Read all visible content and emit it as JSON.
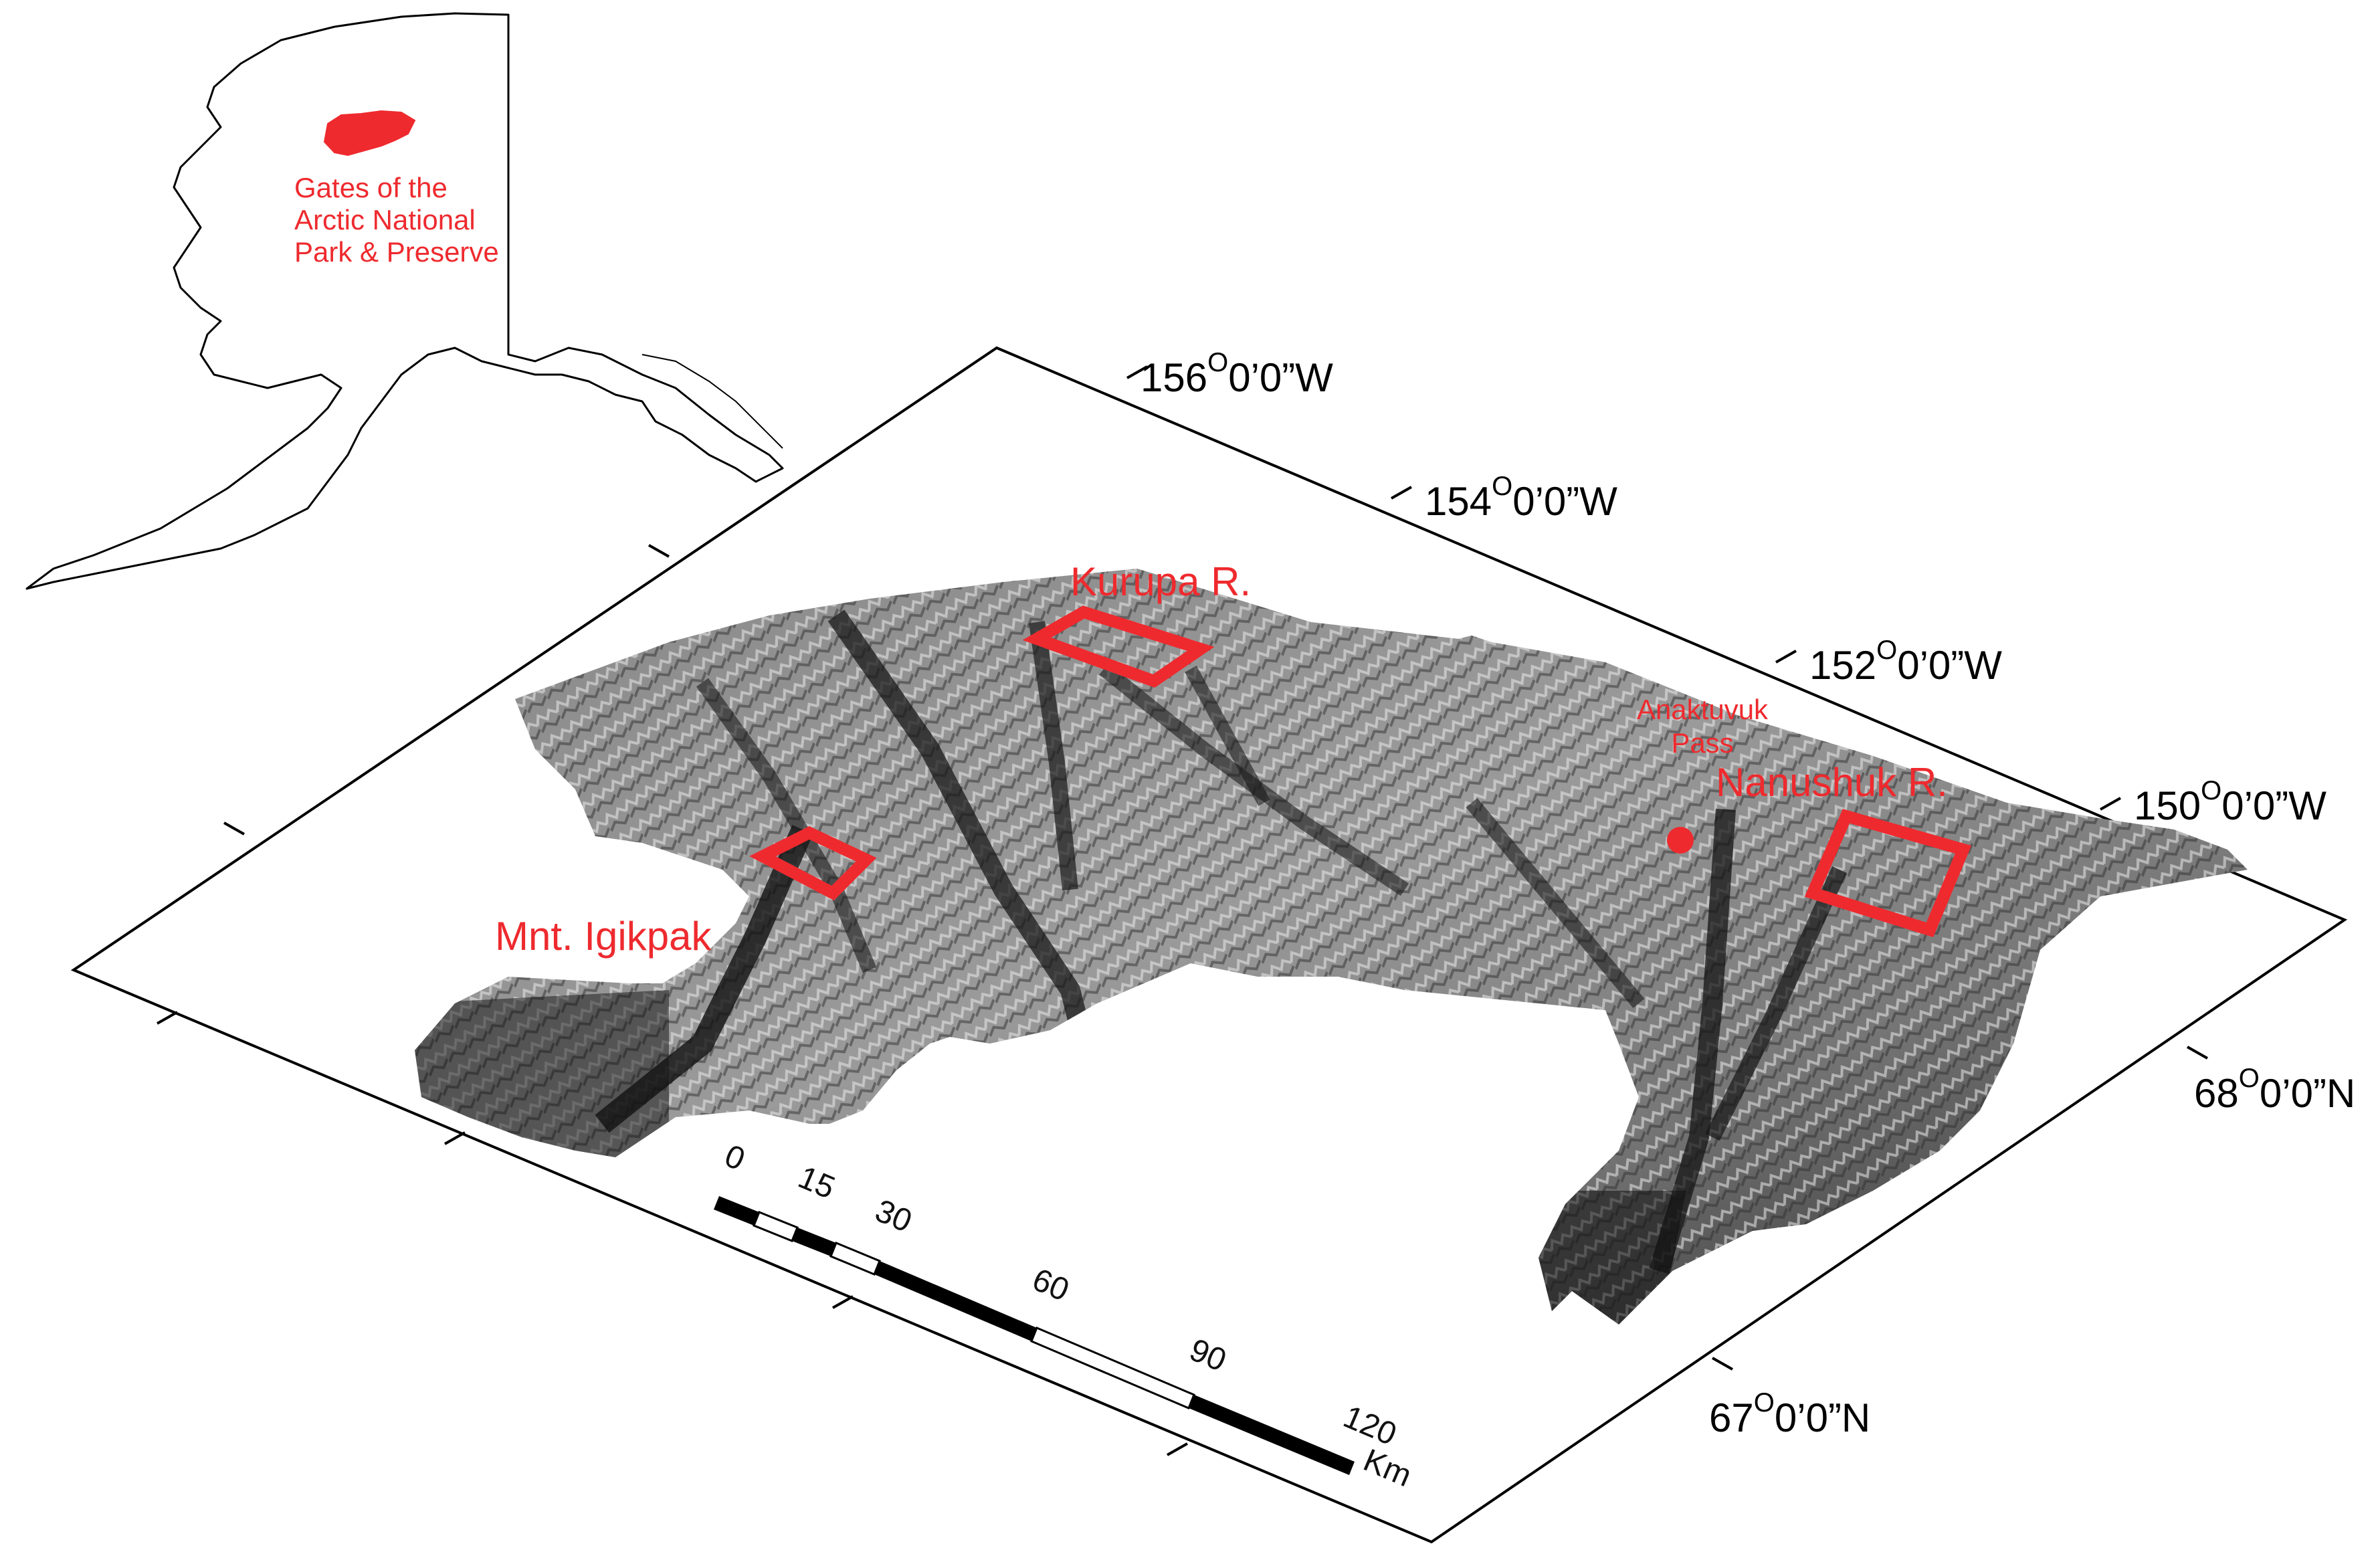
{
  "inset": {
    "region_label_lines": [
      "Gates of the",
      "Arctic National",
      "Park & Preserve"
    ],
    "highlight_color": "#ee2a2e"
  },
  "graticule": {
    "longitudes": [
      {
        "deg": "156",
        "rest": "0’0”W"
      },
      {
        "deg": "154",
        "rest": "0’0”W"
      },
      {
        "deg": "152",
        "rest": "0’0”W"
      },
      {
        "deg": "150",
        "rest": "0’0”W"
      }
    ],
    "latitudes": [
      {
        "deg": "68",
        "rest": "0’0”N"
      },
      {
        "deg": "67",
        "rest": "0’0”N"
      }
    ],
    "degree_symbol": "O"
  },
  "sites": {
    "kurupa": "Kurupa R.",
    "nanushuk": "Nanushuk R.",
    "igikpak": "Mnt. Igikpak",
    "anaktuvuk_line1": "Anaktuvuk",
    "anaktuvuk_line2": "Pass"
  },
  "scale_bar": {
    "ticks": [
      "0",
      "15",
      "30",
      "60",
      "90",
      "120"
    ],
    "unit": "Km"
  },
  "colors": {
    "marker": "#ee2a2e",
    "frame": "#000000"
  }
}
